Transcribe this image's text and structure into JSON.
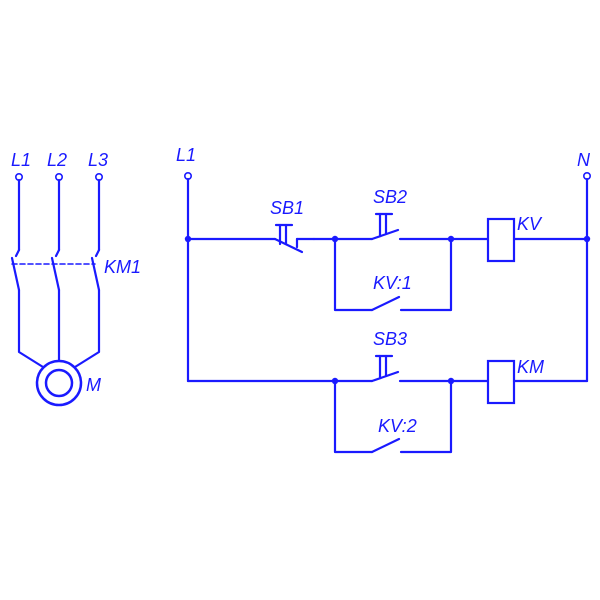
{
  "power_circuit": {
    "phase_labels": [
      "L1",
      "L2",
      "L3"
    ],
    "contactor_label": "KM1",
    "motor_label": "M"
  },
  "control_circuit": {
    "line_label": "L1",
    "neutral_label": "N",
    "stop_button_label": "SB1",
    "start_button_1_label": "SB2",
    "start_button_2_label": "SB3",
    "relay_coil_label": "KV",
    "contactor_coil_label": "KM",
    "relay_contact_1_label": "KV:1",
    "relay_contact_2_label": "KV:2"
  },
  "colors": {
    "wire": "#1a1aff",
    "background": "#ffffff"
  }
}
